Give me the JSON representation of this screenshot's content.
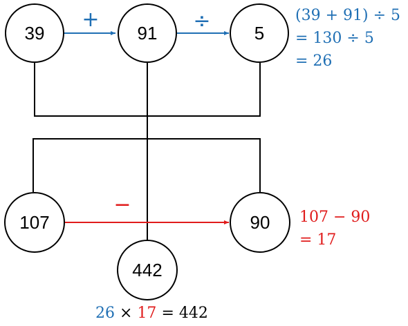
{
  "colors": {
    "blue": "#1f6fb4",
    "red": "#e01b1b",
    "black": "#000000"
  },
  "nodes": {
    "n39": "39",
    "n91": "91",
    "n5": "5",
    "n107": "107",
    "n90": "90",
    "n442": "442"
  },
  "operators": {
    "plus": "+",
    "divide": "÷",
    "minus": "−"
  },
  "blue_calc": {
    "line1": "(39 + 91) ÷ 5",
    "line2": "= 130 ÷ 5",
    "line3": "= 26"
  },
  "red_calc": {
    "line1": "107 − 90",
    "line2": "= 17"
  },
  "final_calc": {
    "a": "26",
    "times": " × ",
    "b": "17",
    "result": " = 442"
  }
}
